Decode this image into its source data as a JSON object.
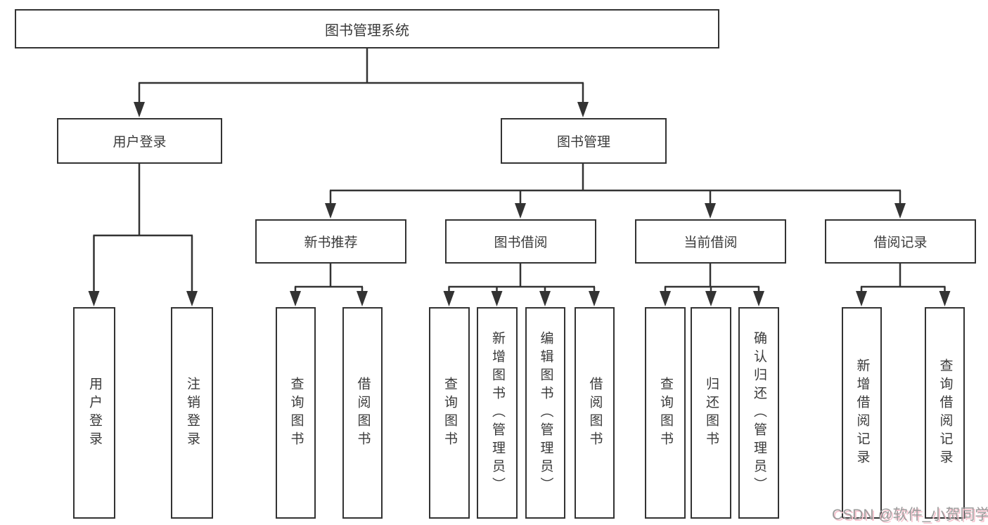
{
  "diagram": {
    "root": "图书管理系统",
    "level2": {
      "user_login": "用户登录",
      "book_mgmt": "图书管理"
    },
    "level3": {
      "new_book_rec": "新书推荐",
      "book_borrow": "图书借阅",
      "current_borrow": "当前借阅",
      "borrow_records": "借阅记录"
    },
    "leaves": {
      "user_login": [
        "用户登录",
        "注销登录"
      ],
      "new_book_rec": [
        "查询图书",
        "借阅图书"
      ],
      "book_borrow": [
        "查询图书",
        "新增图书（管理员）",
        "编辑图书（管理员）",
        "借阅图书"
      ],
      "current_borrow": [
        "查询图书",
        "归还图书",
        "确认归还（管理员）"
      ],
      "borrow_records": [
        "新增借阅记录",
        "查询借阅记录"
      ]
    }
  },
  "watermark": "CSDN @软件_小贺同学",
  "colors": {
    "line": "#333333",
    "box_border": "#333333",
    "text": "#3a3a3a",
    "watermark_text": "#9b9b9b",
    "watermark_shadow": "#f6c3ce",
    "background": "#ffffff"
  }
}
